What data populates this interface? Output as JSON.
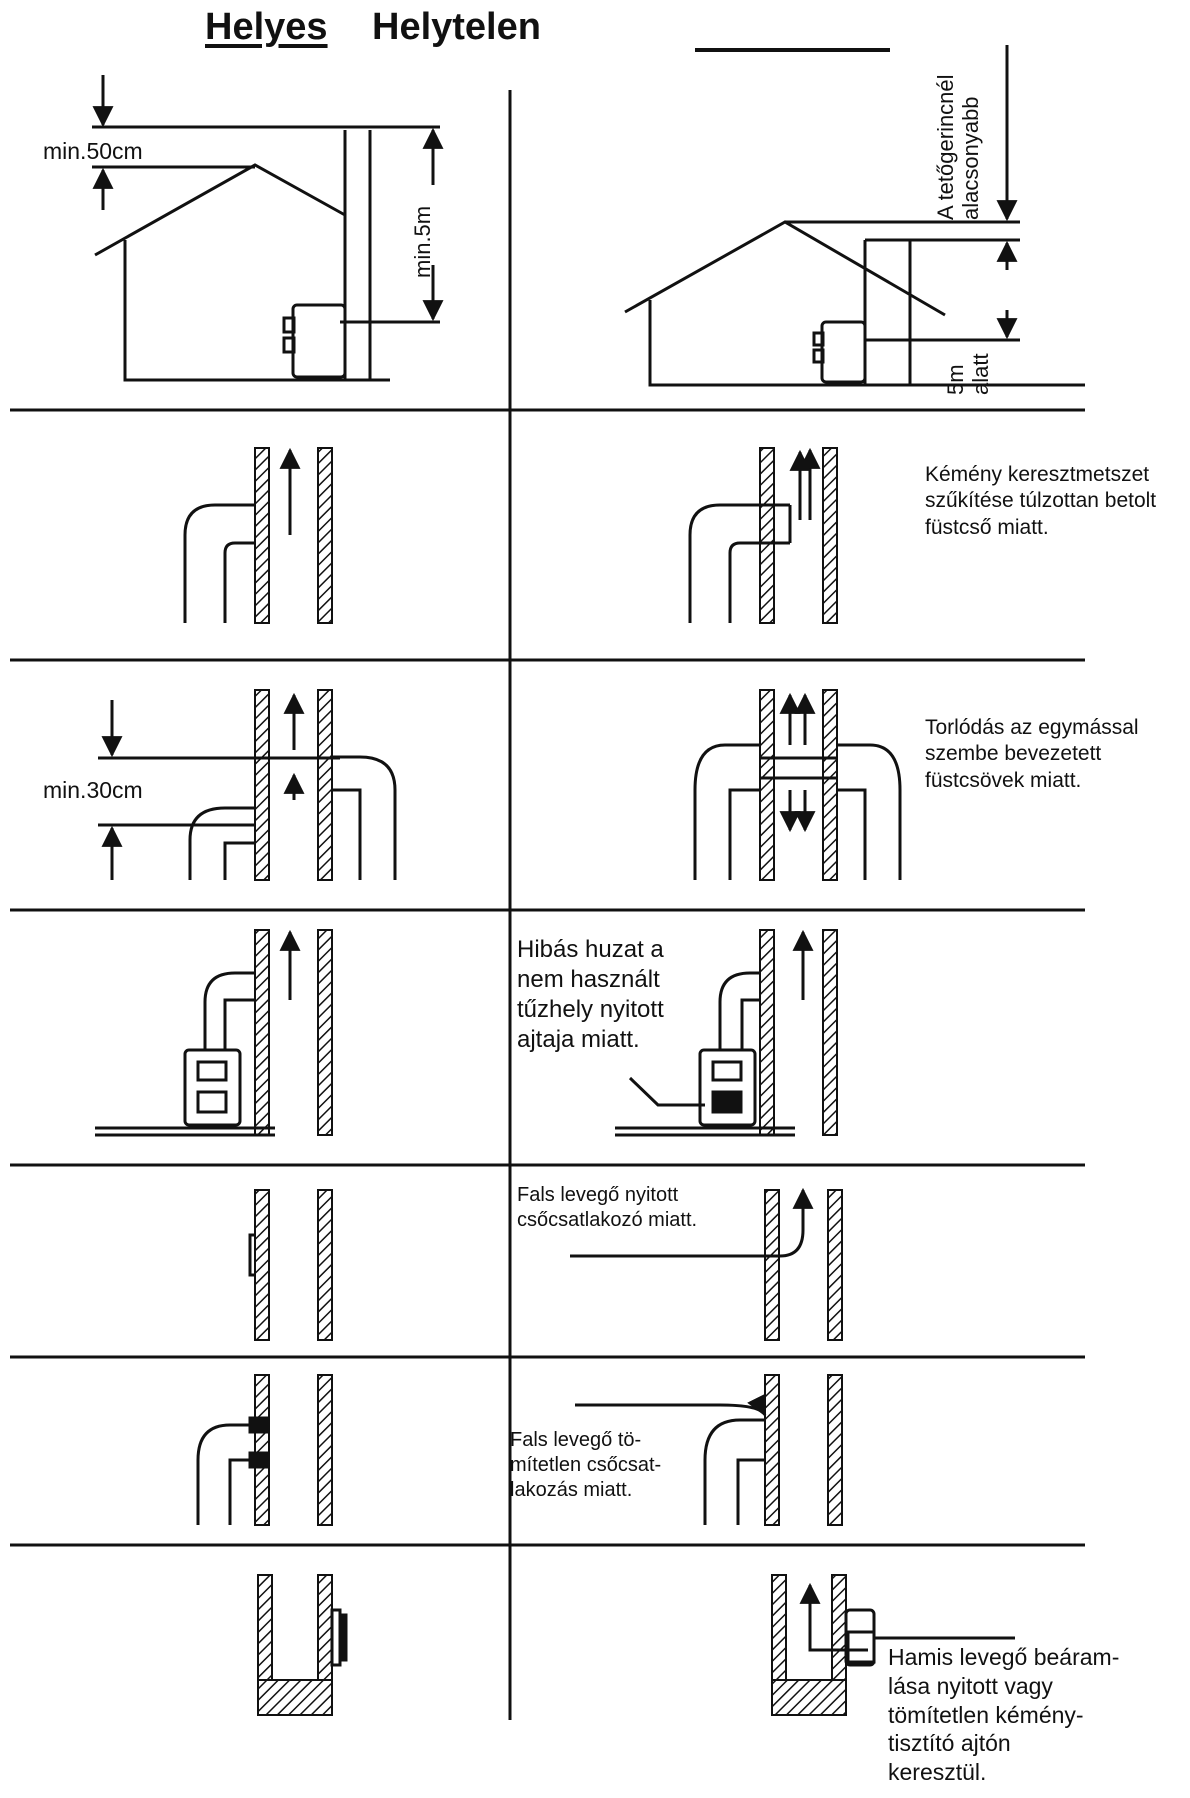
{
  "header": {
    "correct": "Helyes",
    "incorrect": "Helytelen"
  },
  "labels": {
    "min50": "min.50cm",
    "min5": "min.5m",
    "ridge_note": "A tetőgerincnél\nalacsonyabb",
    "below5": "5m\nalatt",
    "min30": "min.30cm"
  },
  "captions": {
    "narrowing": "Kémény keresztmetszet\nszűkítése túlzottan betolt\nfüstcső miatt.",
    "opposing": "Torlódás az egymással\nszembe bevezetett\nfüstcsövek miatt.",
    "open_stove": "Hibás huzat a\nnem használt\ntűzhely nyitott\najtaja miatt.",
    "open_connector": "Fals levegő nyitott\ncsőcsatlakozó miatt.",
    "unsealed_connector": "Fals levegő tö-\nmítetlen csőcsat-\nlakozás miatt.",
    "cleanout_door": "Hamis levegő beáram-\nlása nyitott vagy\ntömítetlen kémény-\ntisztító ajtón\nkeresztül."
  }
}
